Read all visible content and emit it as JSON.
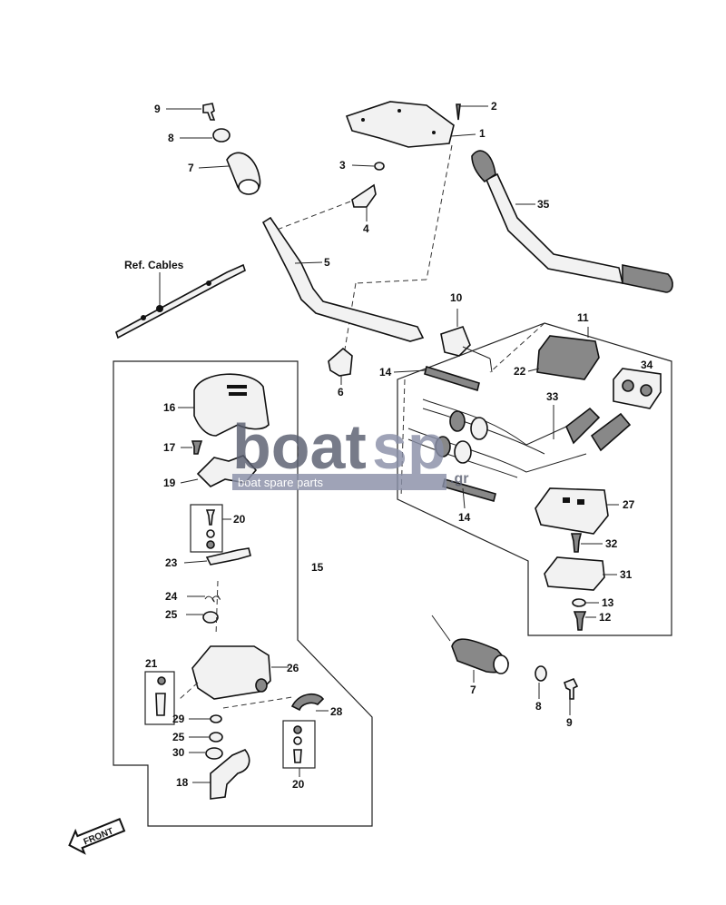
{
  "labels": {
    "l1": "1",
    "l2": "2",
    "l3": "3",
    "l4": "4",
    "l5": "5",
    "l6": "6",
    "l7a": "7",
    "l7b": "7",
    "l8a": "8",
    "l8b": "8",
    "l9a": "9",
    "l9b": "9",
    "l10": "10",
    "l11": "11",
    "l12": "12",
    "l13": "13",
    "l14a": "14",
    "l14b": "14",
    "l15": "15",
    "l16": "16",
    "l17": "17",
    "l18": "18",
    "l19": "19",
    "l20a": "20",
    "l20b": "20",
    "l21": "21",
    "l22": "22",
    "l23": "23",
    "l24": "24",
    "l25a": "25",
    "l25b": "25",
    "l26": "26",
    "l27": "27",
    "l28": "28",
    "l29": "29",
    "l30": "30",
    "l31": "31",
    "l32": "32",
    "l33": "33",
    "l34": "34",
    "l35": "35",
    "ref_cables": "Ref. Cables",
    "front": "FRONT"
  },
  "watermark": {
    "word_a": "boat",
    "word_b": "sp",
    "tld": ".gr",
    "tagline": "boat spare parts",
    "color_main": "#5a5f70",
    "color_accent": "#8a90a8"
  }
}
